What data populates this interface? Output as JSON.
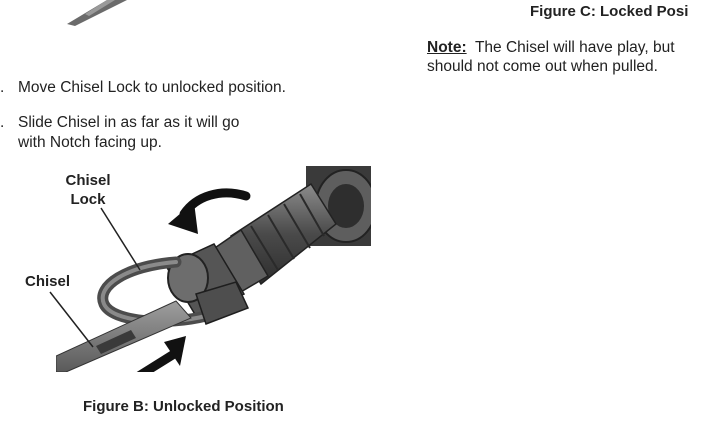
{
  "left_column": {
    "steps": [
      {
        "marker": ".",
        "text": "Move Chisel Lock to unlocked position."
      },
      {
        "marker": ".",
        "line1": "Slide Chisel in as far as it will go",
        "line2": "with Notch facing up."
      }
    ],
    "figure_b": {
      "callout_chisel_lock_line1": "Chisel",
      "callout_chisel_lock_line2": "Lock",
      "callout_chisel": "Chisel",
      "caption": "Figure B:  Unlocked Position"
    }
  },
  "right_column": {
    "figure_c_caption": "Figure C:  Locked Posi",
    "note_label": "Note:",
    "note_line1": "The Chisel will have play, but",
    "note_line2": "should not come out when pulled."
  }
}
